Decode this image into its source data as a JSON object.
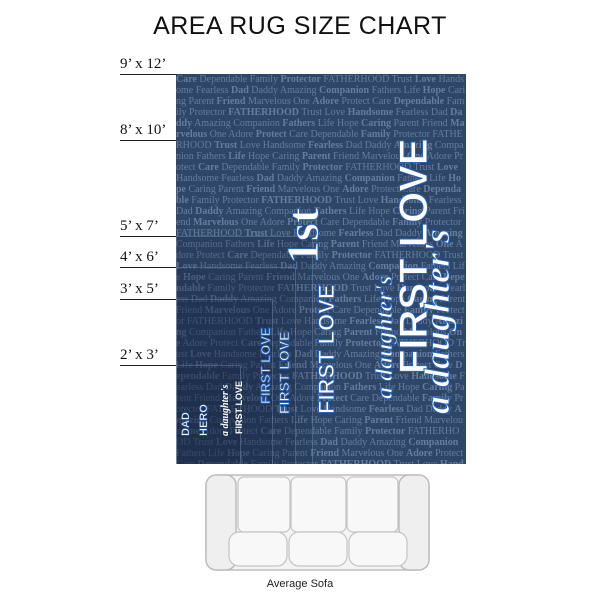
{
  "title": "AREA RUG SIZE CHART",
  "sizes": [
    "9’ x 12’",
    "8’ x 10’",
    "5’ x 7’",
    "4’ x 6’",
    "3’ x 5’",
    "2’ x 3’"
  ],
  "rug_text": {
    "dad": "DAD",
    "hero": "HERO",
    "phrase": "a daughter's",
    "first_love": "FIRST LOVE",
    "first_word": "1st"
  },
  "sofa_label": "Average Sofa",
  "pattern_words": "Care Dependable Family Protector FATHERHOOD Trust Love Handsome Fearless Dad Daddy Amazing Companion Fathers Life Hope Caring Parent Friend Marvelous One Adore Protect"
}
